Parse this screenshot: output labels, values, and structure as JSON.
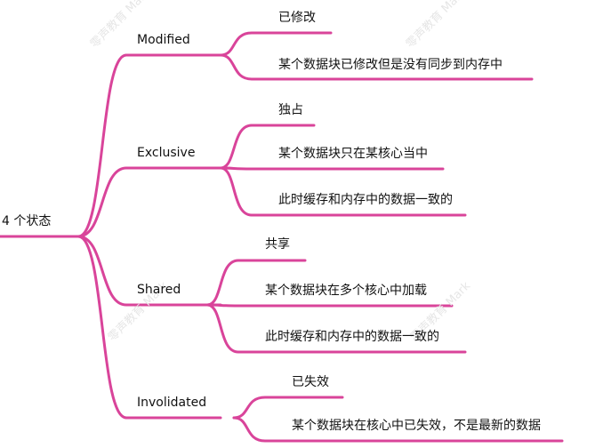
{
  "root": {
    "label": "4 个状态"
  },
  "branches": [
    {
      "label": "Modified",
      "children": [
        "已修改",
        "某个数据块已修改但是没有同步到内存中"
      ]
    },
    {
      "label": "Exclusive",
      "children": [
        "独占",
        "某个数据块只在某核心当中",
        "此时缓存和内存中的数据一致的"
      ]
    },
    {
      "label": "Shared",
      "children": [
        "共享",
        "某个数据块在多个核心中加载",
        "此时缓存和内存中的数据一致的"
      ]
    },
    {
      "label": "Involidated",
      "children": [
        "已失效",
        "某个数据块在核心中已失效，不是最新的数据"
      ]
    }
  ],
  "watermark": {
    "text": "零声教育 Mark"
  },
  "colors": {
    "line": "#d9449a",
    "text": "#111111"
  }
}
